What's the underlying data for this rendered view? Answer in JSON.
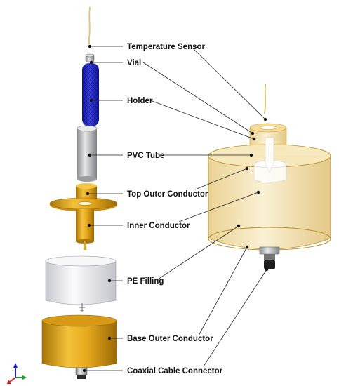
{
  "labels": {
    "temperature_sensor": "Temperature Sensor",
    "vial": "Vial",
    "holder": "Holder",
    "pvc_tube": "PVC Tube",
    "top_outer_conductor": "Top Outer Conductor",
    "inner_conductor": "Inner Conductor",
    "pe_filling": "PE Filling",
    "base_outer_conductor": "Base Outer Conductor",
    "coaxial_cable_connector": "Coaxial Cable Connector"
  },
  "colors": {
    "gold": "#d9a21c",
    "holder_blue": "#2a2fd6",
    "pvc_gray": "#c4c6c8",
    "pe_white": "#eeeef2",
    "assembly_fill": "#f5e2b0"
  },
  "icons": [
    "axis-triad-icon"
  ]
}
